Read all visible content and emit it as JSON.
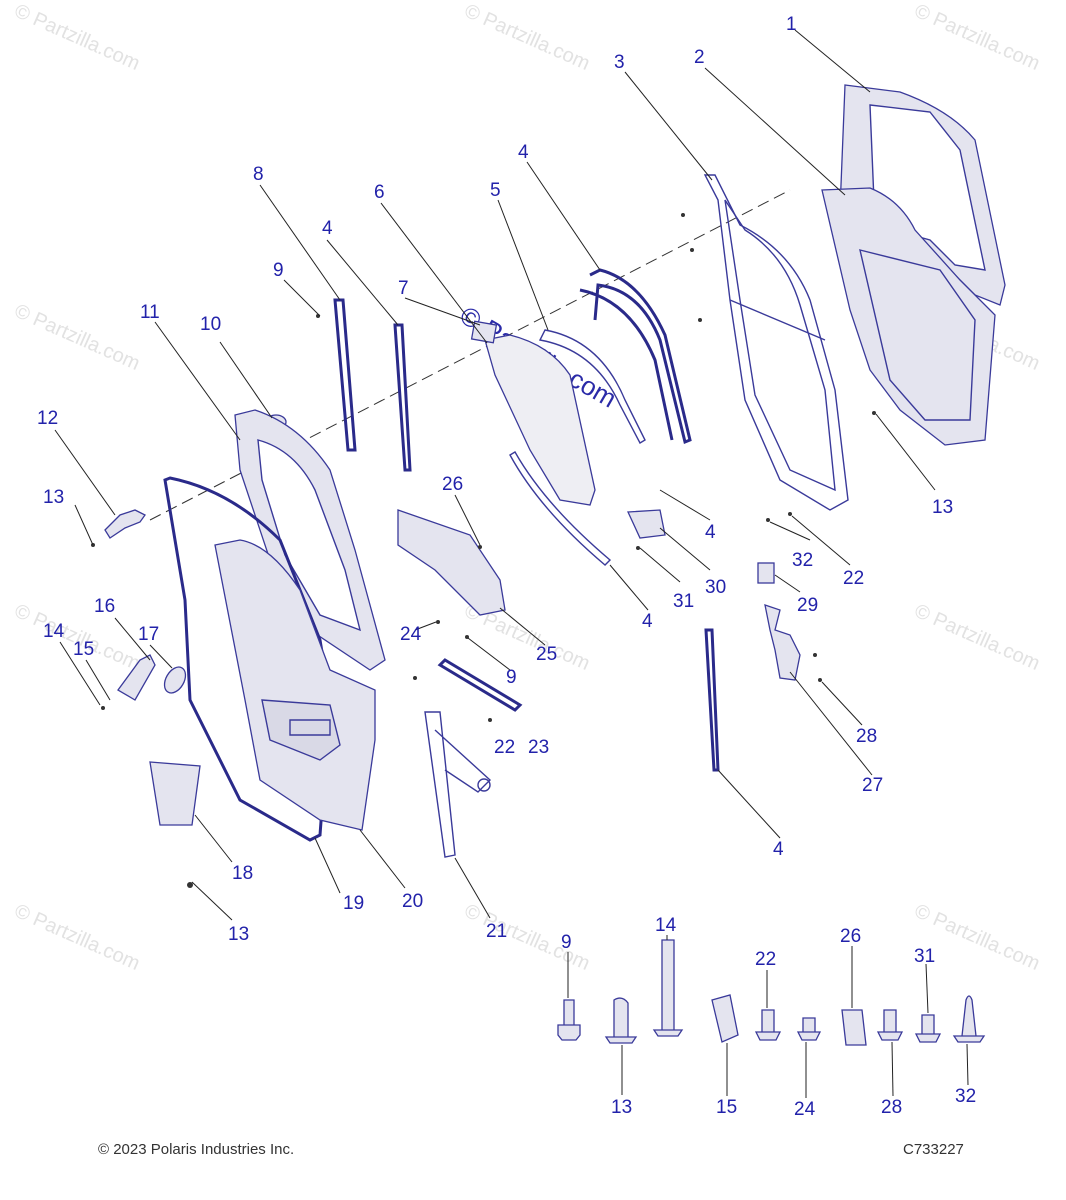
{
  "watermark": {
    "text": "© Partzilla.com",
    "center_text": "© Partzilla.com"
  },
  "footer": {
    "copyright": "© 2023 Polaris Industries Inc.",
    "code": "C733227"
  },
  "callouts": [
    {
      "id": "c1",
      "label": "1"
    },
    {
      "id": "c2",
      "label": "2"
    },
    {
      "id": "c3",
      "label": "3"
    },
    {
      "id": "c4a",
      "label": "4"
    },
    {
      "id": "c5",
      "label": "5"
    },
    {
      "id": "c6",
      "label": "6"
    },
    {
      "id": "c8",
      "label": "8"
    },
    {
      "id": "c4b",
      "label": "4"
    },
    {
      "id": "c9a",
      "label": "9"
    },
    {
      "id": "c7",
      "label": "7"
    },
    {
      "id": "c11",
      "label": "11"
    },
    {
      "id": "c10",
      "label": "10"
    },
    {
      "id": "c12",
      "label": "12"
    },
    {
      "id": "c13a",
      "label": "13"
    },
    {
      "id": "c13b",
      "label": "13"
    },
    {
      "id": "c26a",
      "label": "26"
    },
    {
      "id": "c4c",
      "label": "4"
    },
    {
      "id": "c30",
      "label": "30"
    },
    {
      "id": "c31a",
      "label": "31"
    },
    {
      "id": "c32a",
      "label": "32"
    },
    {
      "id": "c22a",
      "label": "22"
    },
    {
      "id": "c29",
      "label": "29"
    },
    {
      "id": "c16",
      "label": "16"
    },
    {
      "id": "c14a",
      "label": "14"
    },
    {
      "id": "c15a",
      "label": "15"
    },
    {
      "id": "c17",
      "label": "17"
    },
    {
      "id": "c24a",
      "label": "24"
    },
    {
      "id": "c4d",
      "label": "4"
    },
    {
      "id": "c25",
      "label": "25"
    },
    {
      "id": "c9b",
      "label": "9"
    },
    {
      "id": "c28a",
      "label": "28"
    },
    {
      "id": "c22b",
      "label": "22"
    },
    {
      "id": "c23",
      "label": "23"
    },
    {
      "id": "c27",
      "label": "27"
    },
    {
      "id": "c4e",
      "label": "4"
    },
    {
      "id": "c18",
      "label": "18"
    },
    {
      "id": "c19",
      "label": "19"
    },
    {
      "id": "c20",
      "label": "20"
    },
    {
      "id": "c13c",
      "label": "13"
    },
    {
      "id": "c21",
      "label": "21"
    },
    {
      "id": "h9",
      "label": "9"
    },
    {
      "id": "h14",
      "label": "14"
    },
    {
      "id": "h22",
      "label": "22"
    },
    {
      "id": "h26",
      "label": "26"
    },
    {
      "id": "h31",
      "label": "31"
    },
    {
      "id": "h13",
      "label": "13"
    },
    {
      "id": "h15",
      "label": "15"
    },
    {
      "id": "h24",
      "label": "24"
    },
    {
      "id": "h28",
      "label": "28"
    },
    {
      "id": "h32",
      "label": "32"
    }
  ]
}
